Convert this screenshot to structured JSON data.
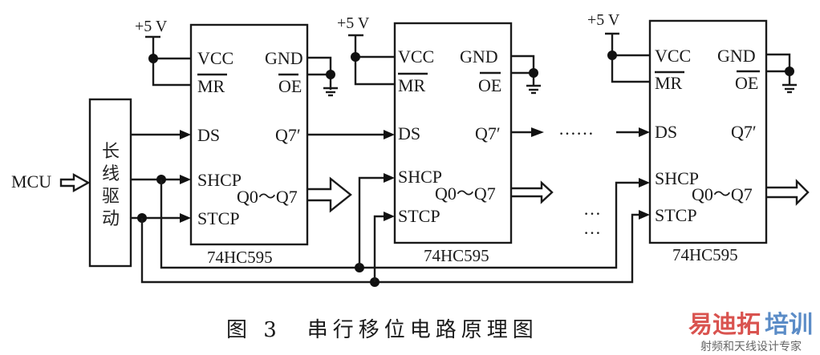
{
  "figure": {
    "caption": "图 3　串行移位电路原理图"
  },
  "source": {
    "label": "MCU"
  },
  "driver": {
    "label_chars": [
      "长",
      "线",
      "驱",
      "动"
    ]
  },
  "chips": [
    {
      "name": "74HC595",
      "power": "+5 V",
      "pins": {
        "vcc": "VCC",
        "mr": "MR",
        "gnd": "GND",
        "oe": "OE",
        "ds": "DS",
        "q7": "Q7′",
        "shcp": "SHCP",
        "stcp": "STCP",
        "q": "Q0～Q7"
      }
    },
    {
      "name": "74HC595",
      "power": "+5 V",
      "pins": {
        "vcc": "VCC",
        "mr": "MR",
        "gnd": "GND",
        "oe": "OE",
        "ds": "DS",
        "q7": "Q7′",
        "shcp": "SHCP",
        "stcp": "STCP",
        "q": "Q0～Q7"
      }
    },
    {
      "name": "74HC595",
      "power": "+5 V",
      "pins": {
        "vcc": "VCC",
        "mr": "MR",
        "gnd": "GND",
        "oe": "OE",
        "ds": "DS",
        "q7": "Q7′",
        "shcp": "SHCP",
        "stcp": "STCP",
        "q": "Q0～Q7"
      }
    }
  ],
  "ellipsis": {
    "chain": "……",
    "clock": "…",
    "latch": "…"
  },
  "watermark": {
    "brand_a": "易迪拓",
    "brand_b": "培训",
    "tagline": "射频和天线设计专家",
    "color_a": "#d9534f",
    "color_b": "#5b8cc7"
  }
}
